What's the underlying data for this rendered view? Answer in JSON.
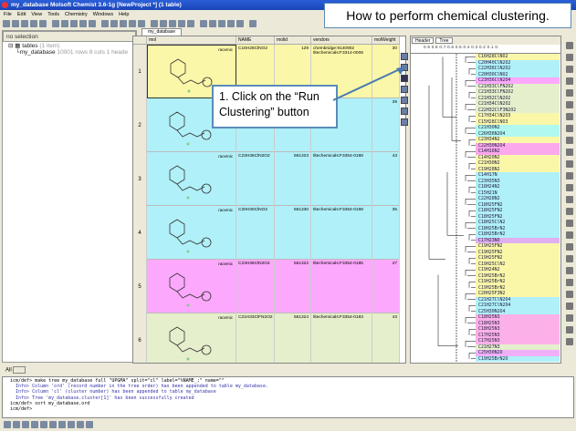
{
  "window": {
    "title": "my_database Molsoft Chemist 3.6-1g [NewProject *] (1 table)"
  },
  "menu": [
    "File",
    "Edit",
    "View",
    "Tools",
    "Chemistry",
    "Windows",
    "Help"
  ],
  "left_panel": {
    "selection": "no selection",
    "tables_label": "tables",
    "tables_count": "(1 item)",
    "table_name": "my_database",
    "table_info": "10001 rows 8 cols 1 heade",
    "tab_all": "All"
  },
  "grid": {
    "tab": "my_database",
    "columns": [
      "mol",
      "NAME",
      "molid",
      "vendors",
      "molWeight"
    ],
    "rows": [
      {
        "n": "1",
        "flag": "racemic",
        "name": "C16H28ClNO2",
        "molid": "129",
        "vendors": "chembridge:9140902\ntltechemicals:F3314-0008",
        "mw": "30",
        "color": "#fbf7a8"
      },
      {
        "n": "2",
        "flag": "",
        "name": "",
        "molid": "",
        "vendors": "",
        "mw": "39",
        "color": "#b0f0f8"
      },
      {
        "n": "3",
        "flag": "racemic",
        "name": "C23H36ClN2O2",
        "molid": "561323",
        "vendors": "tltechemicals:F3354-0188",
        "mw": "43",
        "color": "#b0f0f8"
      },
      {
        "n": "4",
        "flag": "racemic",
        "name": "C20H30ClNO2",
        "molid": "561330",
        "vendors": "tltechemicals:F3354-0198",
        "mw": "35",
        "color": "#b0f0f8"
      },
      {
        "n": "5",
        "flag": "racemic",
        "name": "C23H36ClN2O4",
        "molid": "561322",
        "vendors": "tltechemicals:F3354-0185",
        "mw": "47",
        "color": "#fca8fc"
      },
      {
        "n": "6",
        "flag": "racemic",
        "name": "C21H33ClFN2O2",
        "molid": "561324",
        "vendors": "tltechemicals:F3354-0183",
        "mw": "43",
        "color": "#e6efcc"
      }
    ]
  },
  "tree": {
    "tabs": [
      "Header",
      "Tree"
    ],
    "axis": "0.9 0.8 0.7 0.6 0.5 0.4 0.3 0.2 0.1 0.",
    "leaves": [
      [
        "C16H28ClNO2",
        "#fbf7a8"
      ],
      [
        "C20H40ClN2O2",
        "#b0f0f8"
      ],
      [
        "C22H36ClN2O2",
        "#b0f0f8"
      ],
      [
        "C20H30ClNO2",
        "#b0f0f8"
      ],
      [
        "C23H36ClN2O4",
        "#fca8fc"
      ],
      [
        "C21H33ClFN2O2",
        "#e6efcc"
      ],
      [
        "C21H33ClFN2O2",
        "#e6efcc"
      ],
      [
        "C21H32ClN2O2",
        "#e6efcc"
      ],
      [
        "C21H34ClN2O2",
        "#e6efcc"
      ],
      [
        "C22H32ClF3N2O2",
        "#e6efcc"
      ],
      [
        "C17H34ClN2O3",
        "#fbf7a8"
      ],
      [
        "C15H28ClNO3",
        "#fbf7a8"
      ],
      [
        "C21H30N2",
        "#b0f8f0"
      ],
      [
        "C26H36N2O4",
        "#b0f8f0"
      ],
      [
        "C23H34N2",
        "#fbf7a8"
      ],
      [
        "C22H30N2O4",
        "#fca8ec"
      ],
      [
        "C14H16N2",
        "#fca8ec"
      ],
      [
        "C14H20N2",
        "#fbf7a8"
      ],
      [
        "C21H30N2",
        "#fbf7a8"
      ],
      [
        "C19H28N2",
        "#fbf7a8"
      ],
      [
        "C14H17N",
        "#b0f0f8"
      ],
      [
        "C23H35N3",
        "#b0f0f8"
      ],
      [
        "C18H24N2",
        "#b0f0f8"
      ],
      [
        "C15H21N",
        "#b0f0f8"
      ],
      [
        "C22H28N2",
        "#b0f0f8"
      ],
      [
        "C18H25FN2",
        "#b0f0f8"
      ],
      [
        "C18H25FN2",
        "#b0f0f8"
      ],
      [
        "C18H25FN2",
        "#b0f0f8"
      ],
      [
        "C18H25ClN2",
        "#b0f0f8"
      ],
      [
        "C18H25BrN2",
        "#b0f0f8"
      ],
      [
        "C18H25BrN2",
        "#b0f0f8"
      ],
      [
        "C17H23NO",
        "#e0b0f0"
      ],
      [
        "C19H25FN2",
        "#fbf7a8"
      ],
      [
        "C19H25FN2",
        "#fbf7a8"
      ],
      [
        "C19H25FN2",
        "#fbf7a8"
      ],
      [
        "C19H25ClN2",
        "#fbf7a8"
      ],
      [
        "C19H24N2",
        "#fbf7a8"
      ],
      [
        "C19H25BrN2",
        "#fbf7a8"
      ],
      [
        "C19H25BrN2",
        "#fbf7a8"
      ],
      [
        "C19H25BrN2",
        "#fbf7a8"
      ],
      [
        "C20H25F3N2",
        "#fbf7a8"
      ],
      [
        "C21H27ClN2O4",
        "#b0f0f8"
      ],
      [
        "C21H27ClN2O4",
        "#b0f0f8"
      ],
      [
        "C25H30N2O4",
        "#b0f0f8"
      ],
      [
        "C18H25N3",
        "#fcb0e8"
      ],
      [
        "C18H25N3",
        "#fcb0e8"
      ],
      [
        "C18H25N3",
        "#fcb0e8"
      ],
      [
        "C17H25N3",
        "#fcb0e8"
      ],
      [
        "C17H25N3",
        "#fcb0e8"
      ],
      [
        "C21H27N3",
        "#e6efcc"
      ],
      [
        "C25H30N2O",
        "#f0b0f8"
      ],
      [
        "C19H25BrN2O",
        "#b0f0f8"
      ]
    ]
  },
  "console": [
    {
      "t": "icm/def> make tree my_database full \"UPGMA\" split=\"cl\" label=\"%NAME_;\" name=\"\"",
      "info": false
    },
    {
      "t": "  Info> Column 'ord' (record number in the tree order) has been appended to table my_database.",
      "info": true
    },
    {
      "t": "  Info> Column 'cl' (cluster number) has been appended to table my_database",
      "info": true
    },
    {
      "t": "  Info> Tree 'my_database.cluster[1]' has been successfully created",
      "info": true
    },
    {
      "t": "icm/def> sort my_database.ord",
      "info": false
    },
    {
      "t": "icm/def> ",
      "info": false
    }
  ],
  "annotations": {
    "title": "How to perform chemical clustering.",
    "callout": "1. Click on the “Run Clustering” button"
  }
}
